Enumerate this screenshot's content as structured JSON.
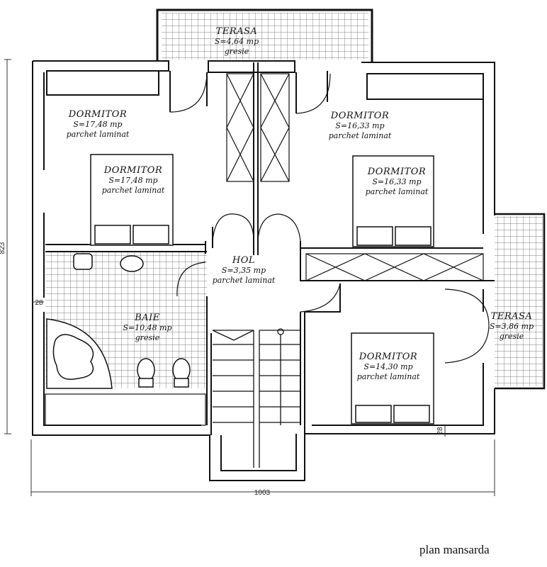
{
  "caption": "plan mansarda",
  "rooms": {
    "terasa_top": {
      "name": "TERASA",
      "area": "S=4,64 mp",
      "finish": "gresie"
    },
    "dormitor_nw": {
      "name": "DORMITOR",
      "area": "S=17,48 mp",
      "finish": "parchet laminat"
    },
    "dormitor_nw2": {
      "name": "DORMITOR",
      "area": "S=17,48 mp",
      "finish": "parchet laminat"
    },
    "dormitor_ne": {
      "name": "DORMITOR",
      "area": "S=16,33 mp",
      "finish": "parchet laminat"
    },
    "dormitor_ne2": {
      "name": "DORMITOR",
      "area": "S=16,33 mp",
      "finish": "parchet laminat"
    },
    "hol": {
      "name": "HOL",
      "area": "S=3,35 mp",
      "finish": "parchet laminat"
    },
    "baie": {
      "name": "BAIE",
      "area": "S=10,48 mp",
      "finish": "gresie"
    },
    "terasa_east": {
      "name": "TERASA",
      "area": "S=3,86 mp",
      "finish": "gresie"
    },
    "dormitor_se": {
      "name": "DORMITOR",
      "area": "S=14,30 mp",
      "finish": "parchet laminat"
    }
  },
  "dimensions": {
    "width": "1003",
    "height": "823",
    "wall_left": "28",
    "wall_right": "28"
  }
}
